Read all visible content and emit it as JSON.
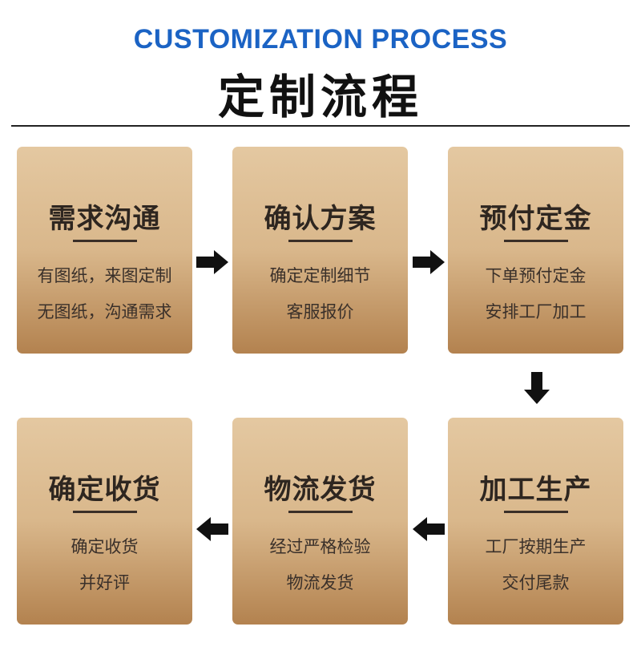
{
  "header": {
    "title_en": "CUSTOMIZATION PROCESS",
    "title_cn": "定制流程"
  },
  "steps": [
    {
      "title": "需求沟通",
      "line1": "有图纸，来图定制",
      "line2": "无图纸，沟通需求"
    },
    {
      "title": "确认方案",
      "line1": "确定定制细节",
      "line2": "客服报价"
    },
    {
      "title": "预付定金",
      "line1": "下单预付定金",
      "line2": "安排工厂加工"
    },
    {
      "title": "加工生产",
      "line1": "工厂按期生产",
      "line2": "交付尾款"
    },
    {
      "title": "物流发货",
      "line1": "经过严格检验",
      "line2": "物流发货"
    },
    {
      "title": "确定收货",
      "line1": "确定收货",
      "line2": "并好评"
    }
  ],
  "colors": {
    "title_en": "#1b63c4",
    "card_top": "#e4c8a1",
    "card_bottom": "#b3824f",
    "text_dark": "#2e2620",
    "arrow": "#111111"
  },
  "icons": {
    "arrow_right": "arrow-right-icon",
    "arrow_down": "arrow-down-icon",
    "arrow_left": "arrow-left-icon"
  }
}
